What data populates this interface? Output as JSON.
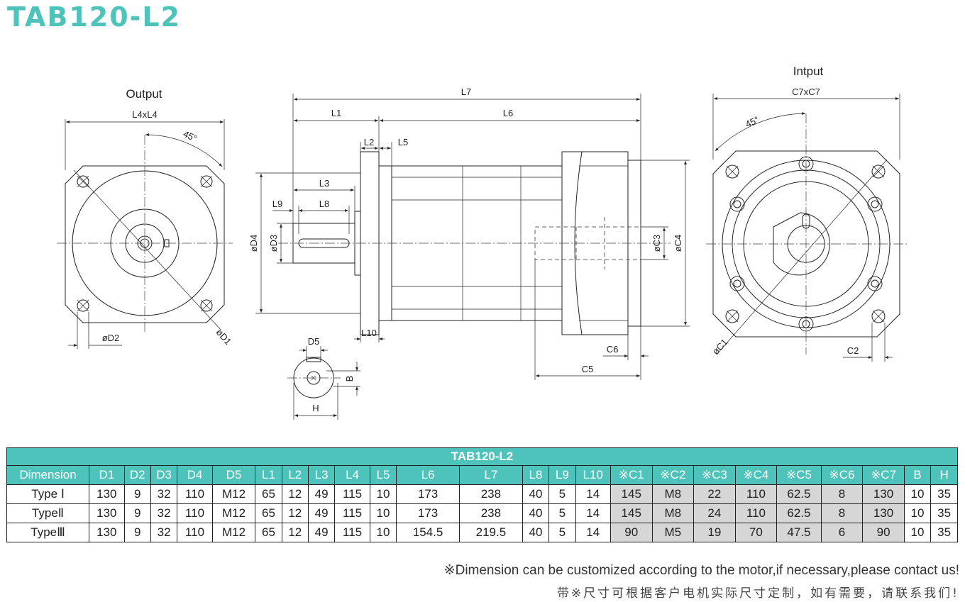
{
  "title": "TAB120-L2",
  "drawings": {
    "output_label": "Output",
    "input_label": "Intput",
    "dims": {
      "L4xL4": "L4xL4",
      "angle_out": "45°",
      "D2": "øD2",
      "D1": "øD1",
      "L7": "L7",
      "L1": "L1",
      "L6": "L6",
      "L2": "L2",
      "L5": "L5",
      "L3": "L3",
      "L9": "L9",
      "L8": "L8",
      "D4": "øD4",
      "D3": "øD3",
      "L10": "L10",
      "C3": "øC3",
      "C4": "øC4",
      "C6": "C6",
      "C5": "C5",
      "D5": "D5",
      "B": "B",
      "H": "H",
      "C7xC7": "C7xC7",
      "angle_in": "45°",
      "C1": "øC1",
      "C2": "C2"
    }
  },
  "table": {
    "caption": "TAB120-L2",
    "headers": [
      "Dimension",
      "D1",
      "D2",
      "D3",
      "D4",
      "D5",
      "L1",
      "L2",
      "L3",
      "L4",
      "L5",
      "L6",
      "L7",
      "L8",
      "L9",
      "L10",
      "※C1",
      "※C2",
      "※C3",
      "※C4",
      "※C5",
      "※C6",
      "※C7",
      "B",
      "H"
    ],
    "rows": [
      [
        "Type Ⅰ",
        "130",
        "9",
        "32",
        "110",
        "M12",
        "65",
        "12",
        "49",
        "115",
        "10",
        "173",
        "238",
        "40",
        "5",
        "14",
        "145",
        "M8",
        "22",
        "110",
        "62.5",
        "8",
        "130",
        "10",
        "35"
      ],
      [
        "TypeⅡ",
        "130",
        "9",
        "32",
        "110",
        "M12",
        "65",
        "12",
        "49",
        "115",
        "10",
        "173",
        "238",
        "40",
        "5",
        "14",
        "145",
        "M8",
        "24",
        "110",
        "62.5",
        "8",
        "130",
        "10",
        "35"
      ],
      [
        "TypeⅢ",
        "130",
        "9",
        "32",
        "110",
        "M12",
        "65",
        "12",
        "49",
        "115",
        "10",
        "154.5",
        "219.5",
        "40",
        "5",
        "14",
        "90",
        "M5",
        "19",
        "70",
        "47.5",
        "6",
        "90",
        "10",
        "35"
      ]
    ],
    "shaded_columns": [
      "※C1",
      "※C2",
      "※C3",
      "※C4",
      "※C5",
      "※C6",
      "※C7"
    ],
    "header_color": "#4ec3bb",
    "shade_color": "#d6d6d6"
  },
  "notes": {
    "english": "※Dimension can be customized according to the motor,if necessary,please contact us!",
    "chinese": "带※尺寸可根据客户电机实际尺寸定制，如有需要，请联系我们!"
  }
}
